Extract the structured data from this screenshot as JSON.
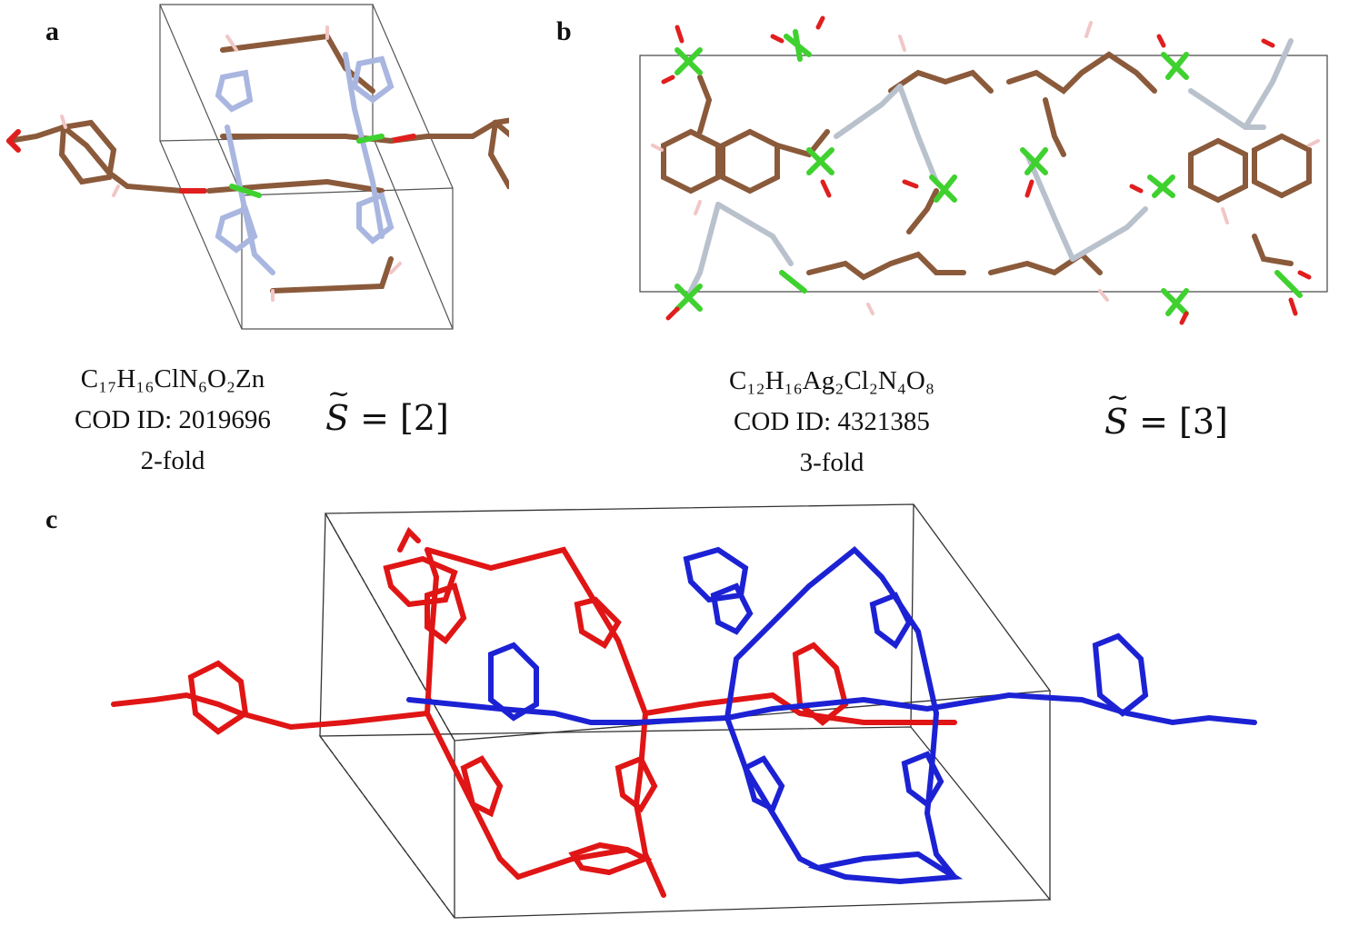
{
  "panels": {
    "a": {
      "label": "a",
      "formula": "C₁₇H₁₆ClN₆O₂Zn",
      "cod_id": "COD ID: 2019696",
      "fold": "2-fold",
      "symbol": "S",
      "symbol_value": "= [2]"
    },
    "b": {
      "label": "b",
      "formula": "C₁₂H₁₆Ag₂Cl₂N₄O₈",
      "cod_id": "COD ID: 4321385",
      "fold": "3-fold",
      "symbol": "S",
      "symbol_value": "= [3]"
    },
    "c": {
      "label": "c"
    }
  },
  "colors": {
    "carbon": "#8a5a3b",
    "hydrogen": "#f2c6c6",
    "nitrogen": "#a9b6e0",
    "oxygen": "#e01e1e",
    "chlorine": "#3fd12f",
    "silver": "#b9c2cc",
    "net_red": "#e01515",
    "net_blue": "#1c22d4",
    "cell": "#444444"
  }
}
